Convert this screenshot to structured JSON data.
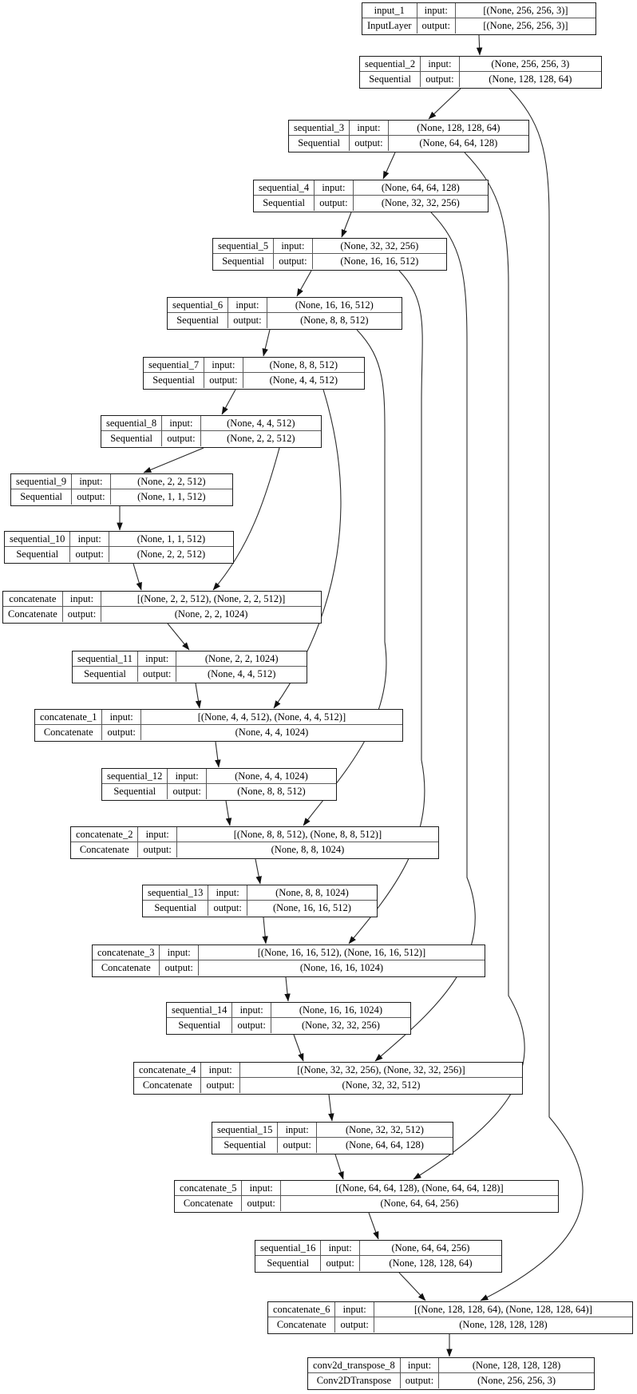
{
  "diagram": {
    "labels": {
      "input": "input:",
      "output": "output:"
    },
    "nodes": [
      {
        "id": "input_1",
        "name": "input_1",
        "type": "InputLayer",
        "input": "[(None, 256, 256, 3)]",
        "output": "[(None, 256, 256, 3)]"
      },
      {
        "id": "sequential_2",
        "name": "sequential_2",
        "type": "Sequential",
        "input": "(None, 256, 256, 3)",
        "output": "(None, 128, 128, 64)"
      },
      {
        "id": "sequential_3",
        "name": "sequential_3",
        "type": "Sequential",
        "input": "(None, 128, 128, 64)",
        "output": "(None, 64, 64, 128)"
      },
      {
        "id": "sequential_4",
        "name": "sequential_4",
        "type": "Sequential",
        "input": "(None, 64, 64, 128)",
        "output": "(None, 32, 32, 256)"
      },
      {
        "id": "sequential_5",
        "name": "sequential_5",
        "type": "Sequential",
        "input": "(None, 32, 32, 256)",
        "output": "(None, 16, 16, 512)"
      },
      {
        "id": "sequential_6",
        "name": "sequential_6",
        "type": "Sequential",
        "input": "(None, 16, 16, 512)",
        "output": "(None, 8, 8, 512)"
      },
      {
        "id": "sequential_7",
        "name": "sequential_7",
        "type": "Sequential",
        "input": "(None, 8, 8, 512)",
        "output": "(None, 4, 4, 512)"
      },
      {
        "id": "sequential_8",
        "name": "sequential_8",
        "type": "Sequential",
        "input": "(None, 4, 4, 512)",
        "output": "(None, 2, 2, 512)"
      },
      {
        "id": "sequential_9",
        "name": "sequential_9",
        "type": "Sequential",
        "input": "(None, 2, 2, 512)",
        "output": "(None, 1, 1, 512)"
      },
      {
        "id": "sequential_10",
        "name": "sequential_10",
        "type": "Sequential",
        "input": "(None, 1, 1, 512)",
        "output": "(None, 2, 2, 512)"
      },
      {
        "id": "concatenate",
        "name": "concatenate",
        "type": "Concatenate",
        "input": "[(None, 2, 2, 512), (None, 2, 2, 512)]",
        "output": "(None, 2, 2, 1024)"
      },
      {
        "id": "sequential_11",
        "name": "sequential_11",
        "type": "Sequential",
        "input": "(None, 2, 2, 1024)",
        "output": "(None, 4, 4, 512)"
      },
      {
        "id": "concatenate_1",
        "name": "concatenate_1",
        "type": "Concatenate",
        "input": "[(None, 4, 4, 512), (None, 4, 4, 512)]",
        "output": "(None, 4, 4, 1024)"
      },
      {
        "id": "sequential_12",
        "name": "sequential_12",
        "type": "Sequential",
        "input": "(None, 4, 4, 1024)",
        "output": "(None, 8, 8, 512)"
      },
      {
        "id": "concatenate_2",
        "name": "concatenate_2",
        "type": "Concatenate",
        "input": "[(None, 8, 8, 512), (None, 8, 8, 512)]",
        "output": "(None, 8, 8, 1024)"
      },
      {
        "id": "sequential_13",
        "name": "sequential_13",
        "type": "Sequential",
        "input": "(None, 8, 8, 1024)",
        "output": "(None, 16, 16, 512)"
      },
      {
        "id": "concatenate_3",
        "name": "concatenate_3",
        "type": "Concatenate",
        "input": "[(None, 16, 16, 512), (None, 16, 16, 512)]",
        "output": "(None, 16, 16, 1024)"
      },
      {
        "id": "sequential_14",
        "name": "sequential_14",
        "type": "Sequential",
        "input": "(None, 16, 16, 1024)",
        "output": "(None, 32, 32, 256)"
      },
      {
        "id": "concatenate_4",
        "name": "concatenate_4",
        "type": "Concatenate",
        "input": "[(None, 32, 32, 256), (None, 32, 32, 256)]",
        "output": "(None, 32, 32, 512)"
      },
      {
        "id": "sequential_15",
        "name": "sequential_15",
        "type": "Sequential",
        "input": "(None, 32, 32, 512)",
        "output": "(None, 64, 64, 128)"
      },
      {
        "id": "concatenate_5",
        "name": "concatenate_5",
        "type": "Concatenate",
        "input": "[(None, 64, 64, 128), (None, 64, 64, 128)]",
        "output": "(None, 64, 64, 256)"
      },
      {
        "id": "sequential_16",
        "name": "sequential_16",
        "type": "Sequential",
        "input": "(None, 64, 64, 256)",
        "output": "(None, 128, 128, 64)"
      },
      {
        "id": "concatenate_6",
        "name": "concatenate_6",
        "type": "Concatenate",
        "input": "[(None, 128, 128, 64), (None, 128, 128, 64)]",
        "output": "(None, 128, 128, 128)"
      },
      {
        "id": "conv2d_transpose_8",
        "name": "conv2d_transpose_8",
        "type": "Conv2DTranspose",
        "input": "(None, 128, 128, 128)",
        "output": "(None, 256, 256, 3)"
      }
    ],
    "edges": [
      {
        "from": "input_1",
        "to": "sequential_2"
      },
      {
        "from": "sequential_2",
        "to": "sequential_3"
      },
      {
        "from": "sequential_3",
        "to": "sequential_4"
      },
      {
        "from": "sequential_4",
        "to": "sequential_5"
      },
      {
        "from": "sequential_5",
        "to": "sequential_6"
      },
      {
        "from": "sequential_6",
        "to": "sequential_7"
      },
      {
        "from": "sequential_7",
        "to": "sequential_8"
      },
      {
        "from": "sequential_8",
        "to": "sequential_9"
      },
      {
        "from": "sequential_9",
        "to": "sequential_10"
      },
      {
        "from": "sequential_10",
        "to": "concatenate"
      },
      {
        "from": "sequential_8",
        "to": "concatenate"
      },
      {
        "from": "concatenate",
        "to": "sequential_11"
      },
      {
        "from": "sequential_11",
        "to": "concatenate_1"
      },
      {
        "from": "sequential_7",
        "to": "concatenate_1"
      },
      {
        "from": "concatenate_1",
        "to": "sequential_12"
      },
      {
        "from": "sequential_12",
        "to": "concatenate_2"
      },
      {
        "from": "sequential_6",
        "to": "concatenate_2"
      },
      {
        "from": "concatenate_2",
        "to": "sequential_13"
      },
      {
        "from": "sequential_13",
        "to": "concatenate_3"
      },
      {
        "from": "sequential_5",
        "to": "concatenate_3"
      },
      {
        "from": "concatenate_3",
        "to": "sequential_14"
      },
      {
        "from": "sequential_14",
        "to": "concatenate_4"
      },
      {
        "from": "sequential_4",
        "to": "concatenate_4"
      },
      {
        "from": "concatenate_4",
        "to": "sequential_15"
      },
      {
        "from": "sequential_15",
        "to": "concatenate_5"
      },
      {
        "from": "sequential_3",
        "to": "concatenate_5"
      },
      {
        "from": "concatenate_5",
        "to": "sequential_16"
      },
      {
        "from": "sequential_16",
        "to": "concatenate_6"
      },
      {
        "from": "sequential_2",
        "to": "concatenate_6"
      },
      {
        "from": "concatenate_6",
        "to": "conv2d_transpose_8"
      }
    ]
  }
}
